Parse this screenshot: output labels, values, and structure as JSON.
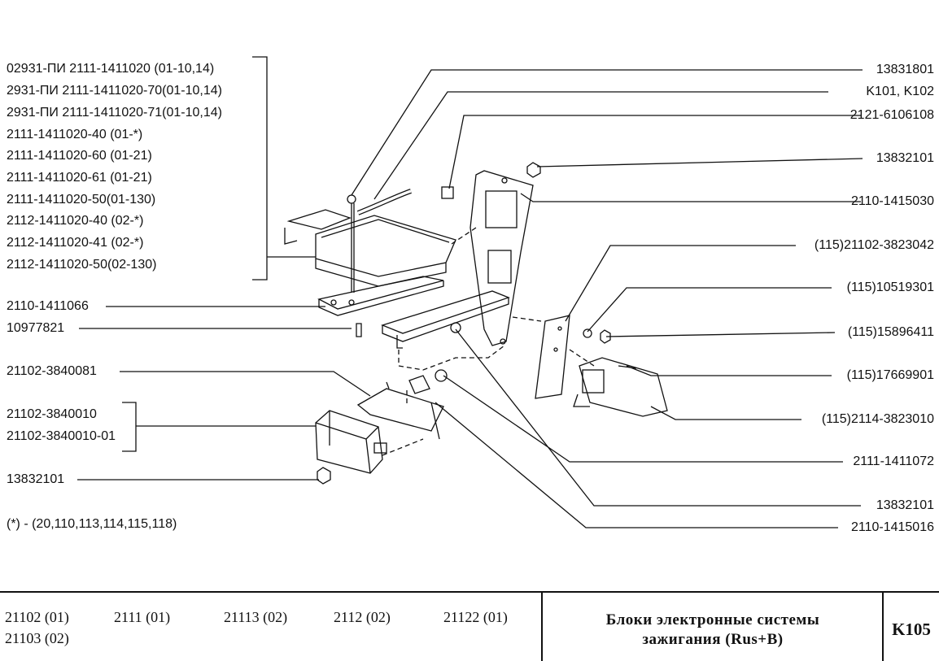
{
  "left_group": [
    "02931-ПИ  2111-1411020   (01-10,14)",
    "2931-ПИ  2111-1411020-70(01-10,14)",
    "2931-ПИ  2111-1411020-71(01-10,14)",
    "2111-1411020-40    (01-*)",
    "2111-1411020-60  (01-21)",
    "2111-1411020-61  (01-21)",
    "2111-1411020-50(01-130)",
    "2112-1411020-40     (02-*)",
    "2112-1411020-41     (02-*)",
    "2112-1411020-50(02-130)"
  ],
  "left_single": {
    "part_2110_1411066": "2110-1411066",
    "part_10977821": "10977821",
    "part_21102_3840081": "21102-3840081",
    "part_13832101_bottom": "13832101"
  },
  "left_group2": [
    "21102-3840010",
    "21102-3840010-01"
  ],
  "footnote": "(*)  -  (20,110,113,114,115,118)",
  "right_labels": [
    "13831801",
    "K101, K102",
    "2121-6106108",
    "13832101",
    "2110-1415030",
    "(115)21102-3823042",
    "(115)10519301",
    "(115)15896411",
    "(115)17669901",
    "(115)2114-3823010",
    "2111-1411072",
    "13832101",
    "2110-1415016"
  ],
  "footer": {
    "models": [
      "21102 (01)",
      "2111 (01)",
      "21113 (02)",
      "2112 (02)",
      "21122 (01)",
      "21103 (02)"
    ],
    "title_line1": "Блоки электронные системы",
    "title_line2": "зажигания (Rus+B)",
    "code": "K105"
  }
}
